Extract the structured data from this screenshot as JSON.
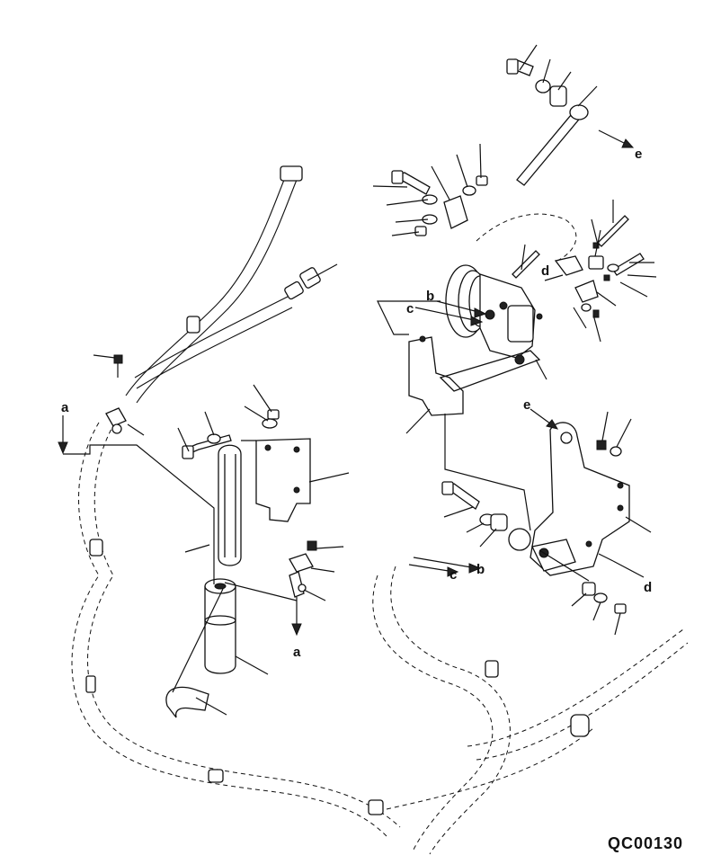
{
  "figure_code": "QC00130",
  "ref_labels": {
    "a_top": "a",
    "a_bottom": "a",
    "b_left": "b",
    "b_right": "b",
    "c_left": "c",
    "c_right": "c",
    "d_top": "d",
    "d_bottom": "d",
    "e_top": "e",
    "e_right": "e"
  }
}
